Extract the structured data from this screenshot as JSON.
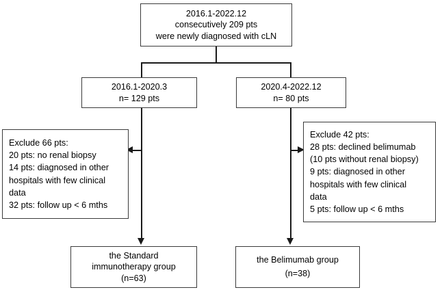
{
  "diagram": {
    "type": "flowchart",
    "title": "Patient enrollment flow diagram",
    "nodes": {
      "cohort_total": {
        "lines": [
          "2016.1-2022.12",
          "consecutively 209 pts",
          "were newly diagnosed with cLN"
        ]
      },
      "period_left": {
        "lines": [
          "2016.1-2020.3",
          "n= 129 pts"
        ]
      },
      "period_right": {
        "lines": [
          "2020.4-2022.12",
          "n= 80 pts"
        ]
      },
      "exclusion_left": {
        "lines": [
          "Exclude 66 pts:",
          "20 pts: no renal biopsy",
          "14 pts: diagnosed in other",
          "hospitals with few clinical",
          "data",
          "32 pts: follow up < 6 mths"
        ]
      },
      "exclusion_right": {
        "lines": [
          "Exclude 42 pts:",
          "28 pts: declined belimumab",
          "(10 pts without renal biopsy)",
          "9 pts: diagnosed in other",
          "hospitals with few clinical",
          "data",
          "5 pts: follow up < 6 mths"
        ]
      },
      "group_left": {
        "lines": [
          "the Standard",
          "immunotherapy group",
          "(n=63)"
        ]
      },
      "group_right": {
        "lines": [
          "the Belimumab group",
          "(n=38)"
        ]
      }
    },
    "colors": {
      "box_border": "#3a3a3a",
      "connector": "#1a1a1a",
      "background": "#ffffff",
      "text": "#000000"
    }
  }
}
